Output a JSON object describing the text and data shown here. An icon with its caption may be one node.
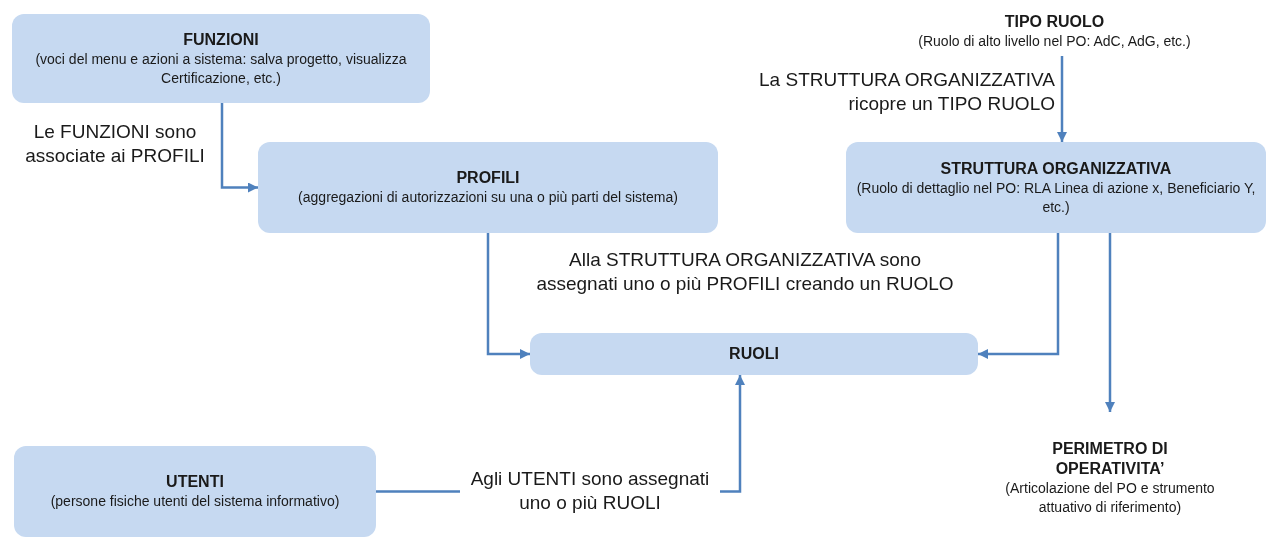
{
  "diagram": {
    "nodes": [
      {
        "text": [
          "FUNZIONI",
          "(voci del menu e azioni a sistema: salva progetto, visualizza Certificazione, etc.)"
        ]
      },
      {
        "text": [
          "PROFILI",
          "(aggregazioni di autorizzazioni su una o più parti del sistema)"
        ]
      },
      {
        "text": [
          "TIPO RUOLO",
          "(Ruolo di alto livello nel PO: AdC, AdG, etc.)"
        ]
      },
      {
        "text": [
          "STRUTTURA ORGANIZZATIVA",
          "(Ruolo di dettaglio nel PO: RLA Linea di azione x, Beneficiario Y, etc.)"
        ]
      },
      {
        "text": [
          "RUOLI"
        ]
      },
      {
        "text": [
          "UTENTI",
          "(persone fisiche utenti del sistema informativo)"
        ]
      },
      {
        "text": [
          "PERIMETRO DI OPERATIVITA’",
          "(Articolazione del PO e strumento attuativo di riferimento)"
        ]
      }
    ],
    "edges": [
      {
        "from": 0,
        "to": 1,
        "arrow": "to",
        "label": "Le FUNZIONI sono associate ai PROFILI"
      },
      {
        "from": 2,
        "to": 3,
        "arrow": "to",
        "label": "La STRUTTURA ORGANIZZATIVA ricopre un TIPO RUOLO"
      },
      {
        "from": 1,
        "to": 4,
        "arrow": "to"
      },
      {
        "from": 3,
        "to": 4,
        "arrow": "to"
      },
      {
        "from": 5,
        "to": 4,
        "arrow": "to",
        "label": "Agli UTENTI sono assegnati uno o più RUOLI"
      },
      {
        "from": 3,
        "to": 6,
        "arrow": "to"
      }
    ],
    "labels": [
      "Alla STRUTTURA ORGANIZZATIVA sono assegnati uno o più PROFILI creando un RUOLO"
    ]
  }
}
